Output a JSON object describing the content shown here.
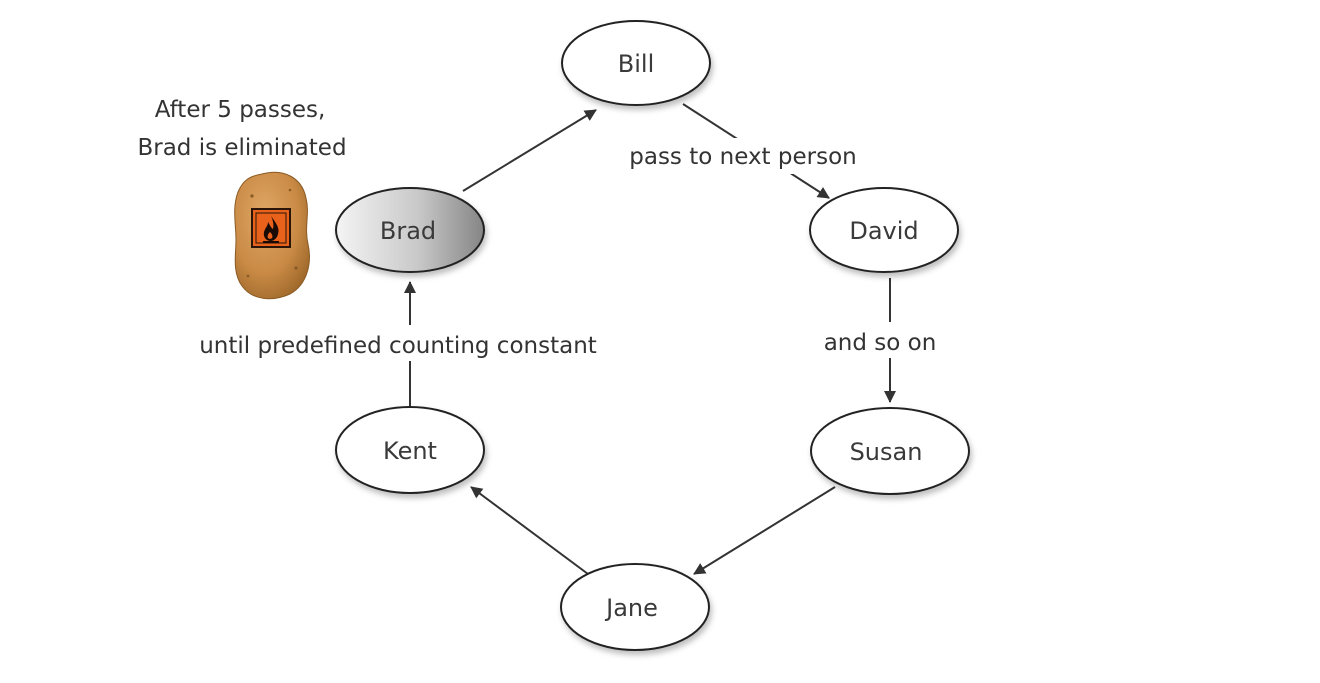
{
  "diagram": {
    "nodes": {
      "bill": "Bill",
      "david": "David",
      "susan": "Susan",
      "jane": "Jane",
      "kent": "Kent",
      "brad": "Brad"
    },
    "highlighted_node": "brad",
    "edge_labels": {
      "bill_to_david": "pass to next person",
      "david_to_susan": "and so on",
      "kent_to_brad": "until predefined counting constant"
    },
    "caption": {
      "line1": "After 5 passes,",
      "line2": "Brad is eliminated"
    },
    "potato_icon": "hot-potato-with-flame-warning-icon",
    "colors": {
      "edge": "#333333",
      "node_fill": "#ffffff",
      "node_stroke": "#222222",
      "eliminated_gradient_start": "#f2f2f2",
      "eliminated_gradient_end": "#8c8c8c",
      "potato": "#c88a45",
      "warning_label": "#e8621c"
    }
  }
}
